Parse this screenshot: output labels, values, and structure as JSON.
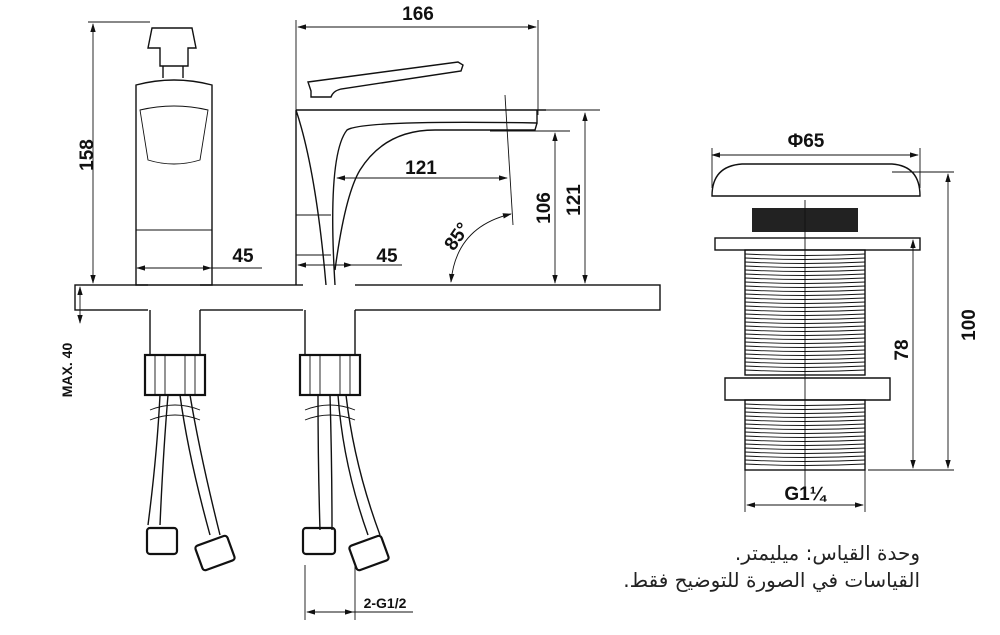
{
  "front_view": {
    "height_label": "158",
    "width_label": "45",
    "max_label": "MAX. 40"
  },
  "side_view": {
    "length_label": "166",
    "reach_label": "121",
    "spout_height_label": "106",
    "total_height_label": "121",
    "width_label": "45",
    "angle_label": "85°",
    "connection_label": "2-G1/2"
  },
  "drain": {
    "diameter_label": "Φ65",
    "thread_height_label": "78",
    "total_height_label": "100",
    "thread_label": "G1¼"
  },
  "notes": [
    "وحدة القياس: ميليمتر.",
    "القياسات في الصورة للتوضيح فقط."
  ],
  "colors": {
    "line": "#111111",
    "background": "#ffffff"
  }
}
